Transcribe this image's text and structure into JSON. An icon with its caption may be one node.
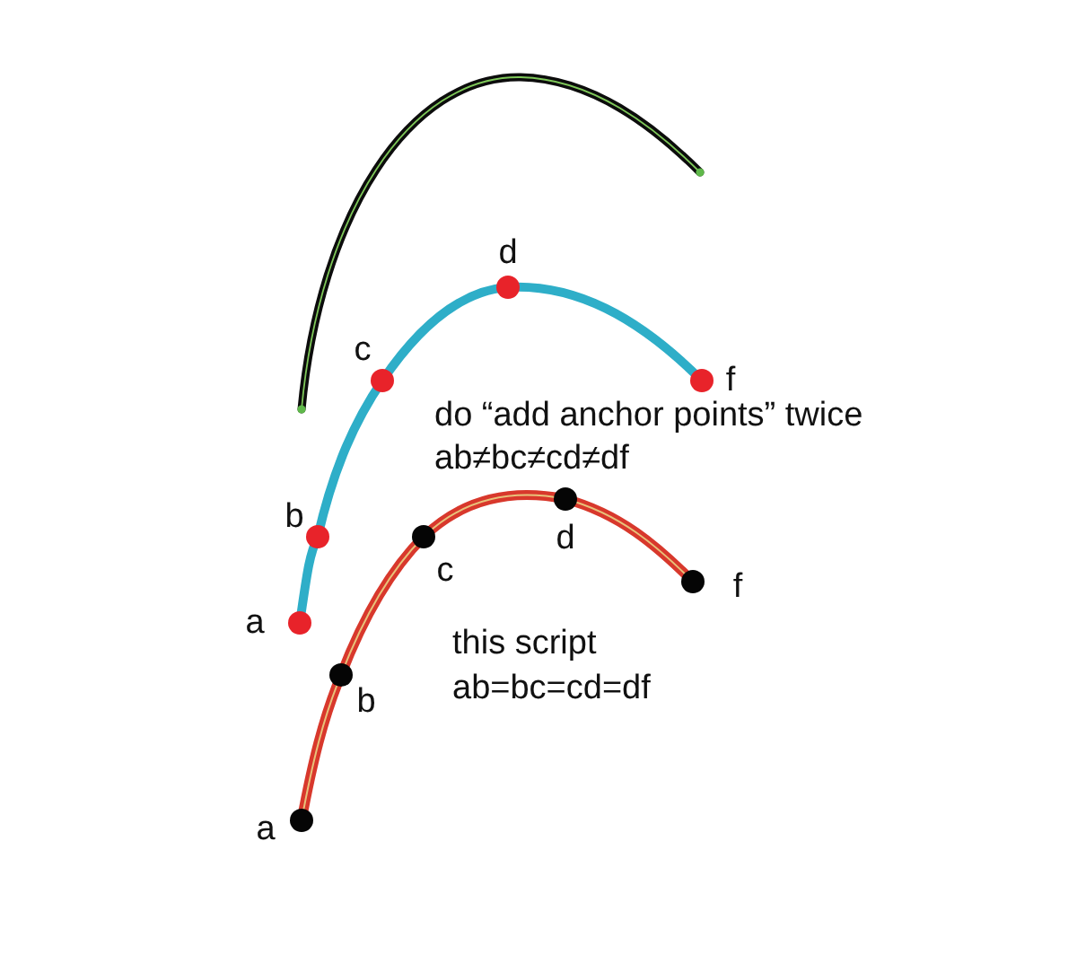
{
  "diagram": {
    "labels": [
      "d",
      "c",
      "f",
      "do “add anchor points” twice",
      "ab≠bc≠cd≠df",
      "b",
      "d",
      "c",
      "f",
      "a",
      "this script",
      "ab=bc=cd=df",
      "b",
      "a"
    ]
  }
}
